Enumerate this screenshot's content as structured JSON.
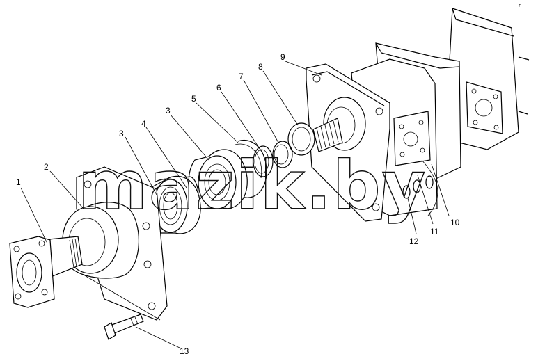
{
  "watermark": "mazik.by",
  "corner_mark": "r—",
  "callouts": [
    {
      "id": "1",
      "label": "1"
    },
    {
      "id": "2",
      "label": "2"
    },
    {
      "id": "3a",
      "label": "3"
    },
    {
      "id": "4",
      "label": "4"
    },
    {
      "id": "3b",
      "label": "3"
    },
    {
      "id": "5",
      "label": "5"
    },
    {
      "id": "6",
      "label": "6"
    },
    {
      "id": "7",
      "label": "7"
    },
    {
      "id": "8",
      "label": "8"
    },
    {
      "id": "9",
      "label": "9"
    },
    {
      "id": "10",
      "label": "10"
    },
    {
      "id": "11",
      "label": "11"
    },
    {
      "id": "12",
      "label": "12"
    },
    {
      "id": "13",
      "label": "13"
    }
  ]
}
